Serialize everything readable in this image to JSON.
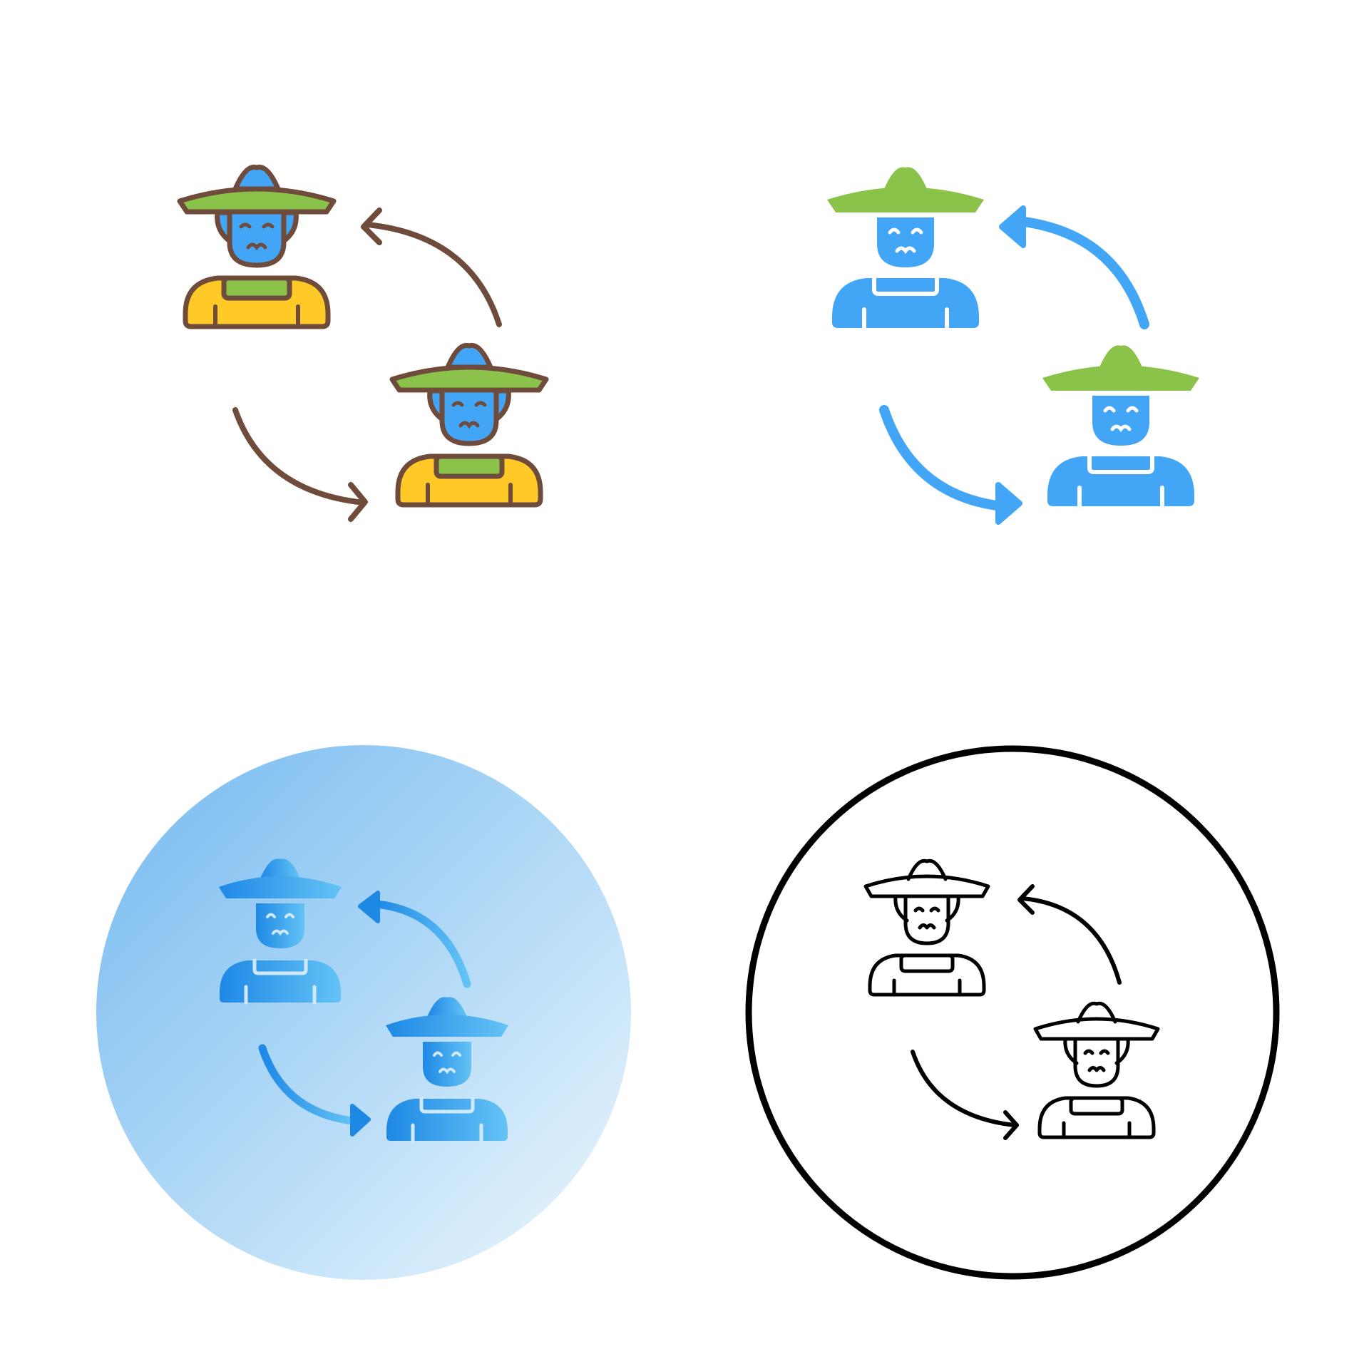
{
  "icon_set": {
    "subject": "farmer-exchange-icon",
    "variants": [
      {
        "style": "filled-outline",
        "icon": "farmer-exchange-icon"
      },
      {
        "style": "glyph",
        "icon": "farmer-exchange-icon"
      },
      {
        "style": "gradient-in-circle",
        "icon": "farmer-exchange-icon"
      },
      {
        "style": "line-in-circle",
        "icon": "farmer-exchange-icon"
      }
    ]
  },
  "colors": {
    "background": "#ffffff",
    "outline_brown": "#6e4b3a",
    "face_blue": "#42a5f5",
    "hat_green": "#8bc34a",
    "shirt_yellow": "#ffca28",
    "line_black": "#000000",
    "gradient_dark": "#1e88e5",
    "gradient_light": "#e3f2fd"
  }
}
